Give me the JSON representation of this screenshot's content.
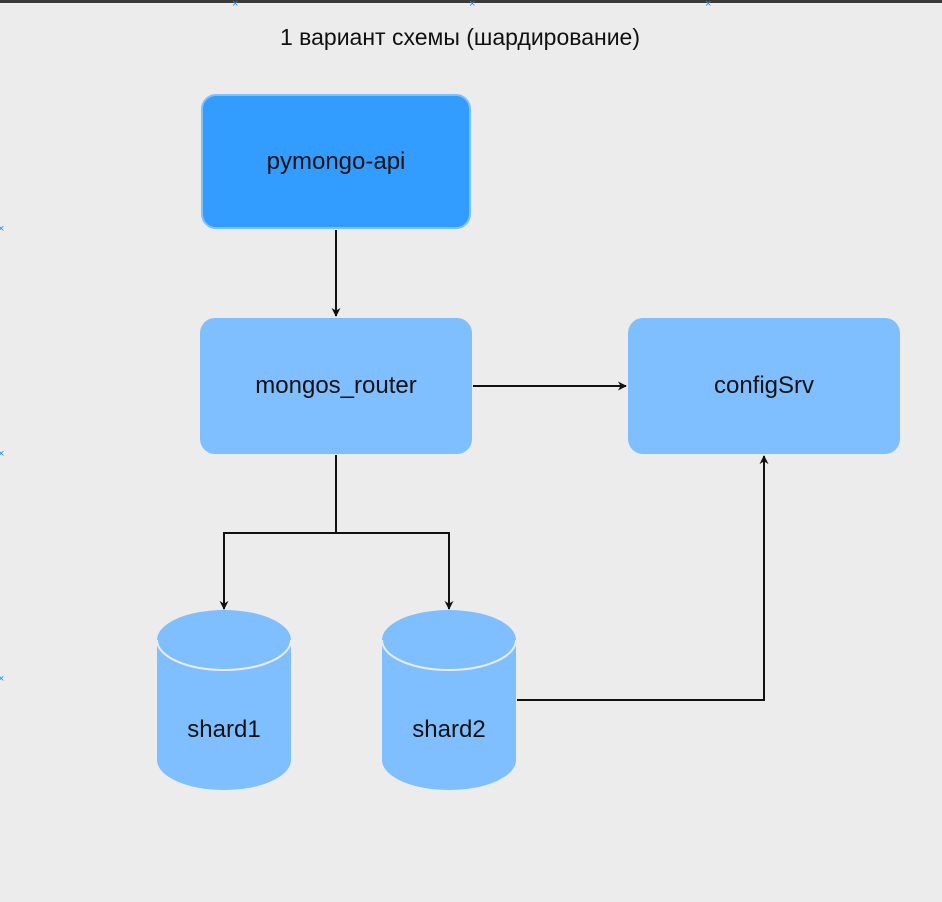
{
  "diagram": {
    "title": "1 вариант схемы (шардирование)",
    "nodes": {
      "api": {
        "label": "pymongo-api"
      },
      "router": {
        "label": "mongos_router"
      },
      "config": {
        "label": "configSrv"
      },
      "shard1": {
        "label": "shard1"
      },
      "shard2": {
        "label": "shard2"
      }
    },
    "edges": [
      {
        "from": "pymongo-api",
        "to": "mongos_router"
      },
      {
        "from": "mongos_router",
        "to": "configSrv"
      },
      {
        "from": "mongos_router",
        "to": "shard1"
      },
      {
        "from": "mongos_router",
        "to": "shard2"
      },
      {
        "from": "shard2",
        "to": "configSrv"
      }
    ],
    "colors": {
      "api_fill": "#339dff",
      "node_fill": "#7fbfff",
      "background": "#ececec",
      "edge": "#111111"
    }
  }
}
